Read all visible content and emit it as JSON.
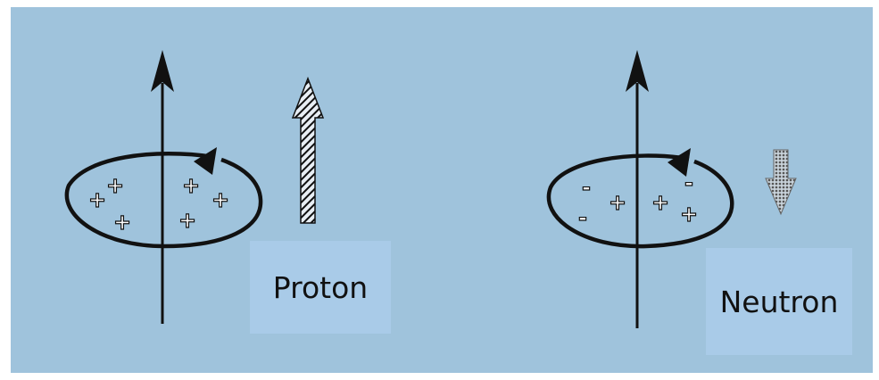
{
  "diagram": {
    "proton": {
      "label": "Proton",
      "charges": [
        "+",
        "+",
        "+",
        "+",
        "+",
        "+"
      ]
    },
    "neutron": {
      "label": "Neutron",
      "charges": [
        "-",
        "-",
        "-",
        "+",
        "+",
        "+"
      ]
    }
  },
  "colors": {
    "background": "#9fc3dc",
    "label_box": "#a9cbe8",
    "ink": "#111111",
    "neutron_arrow": "#8a8a8a"
  },
  "icons": [
    "spin-axis-arrow",
    "rotation-ellipse-arrow",
    "magnetic-moment-up-arrow",
    "magnetic-moment-down-arrow"
  ]
}
